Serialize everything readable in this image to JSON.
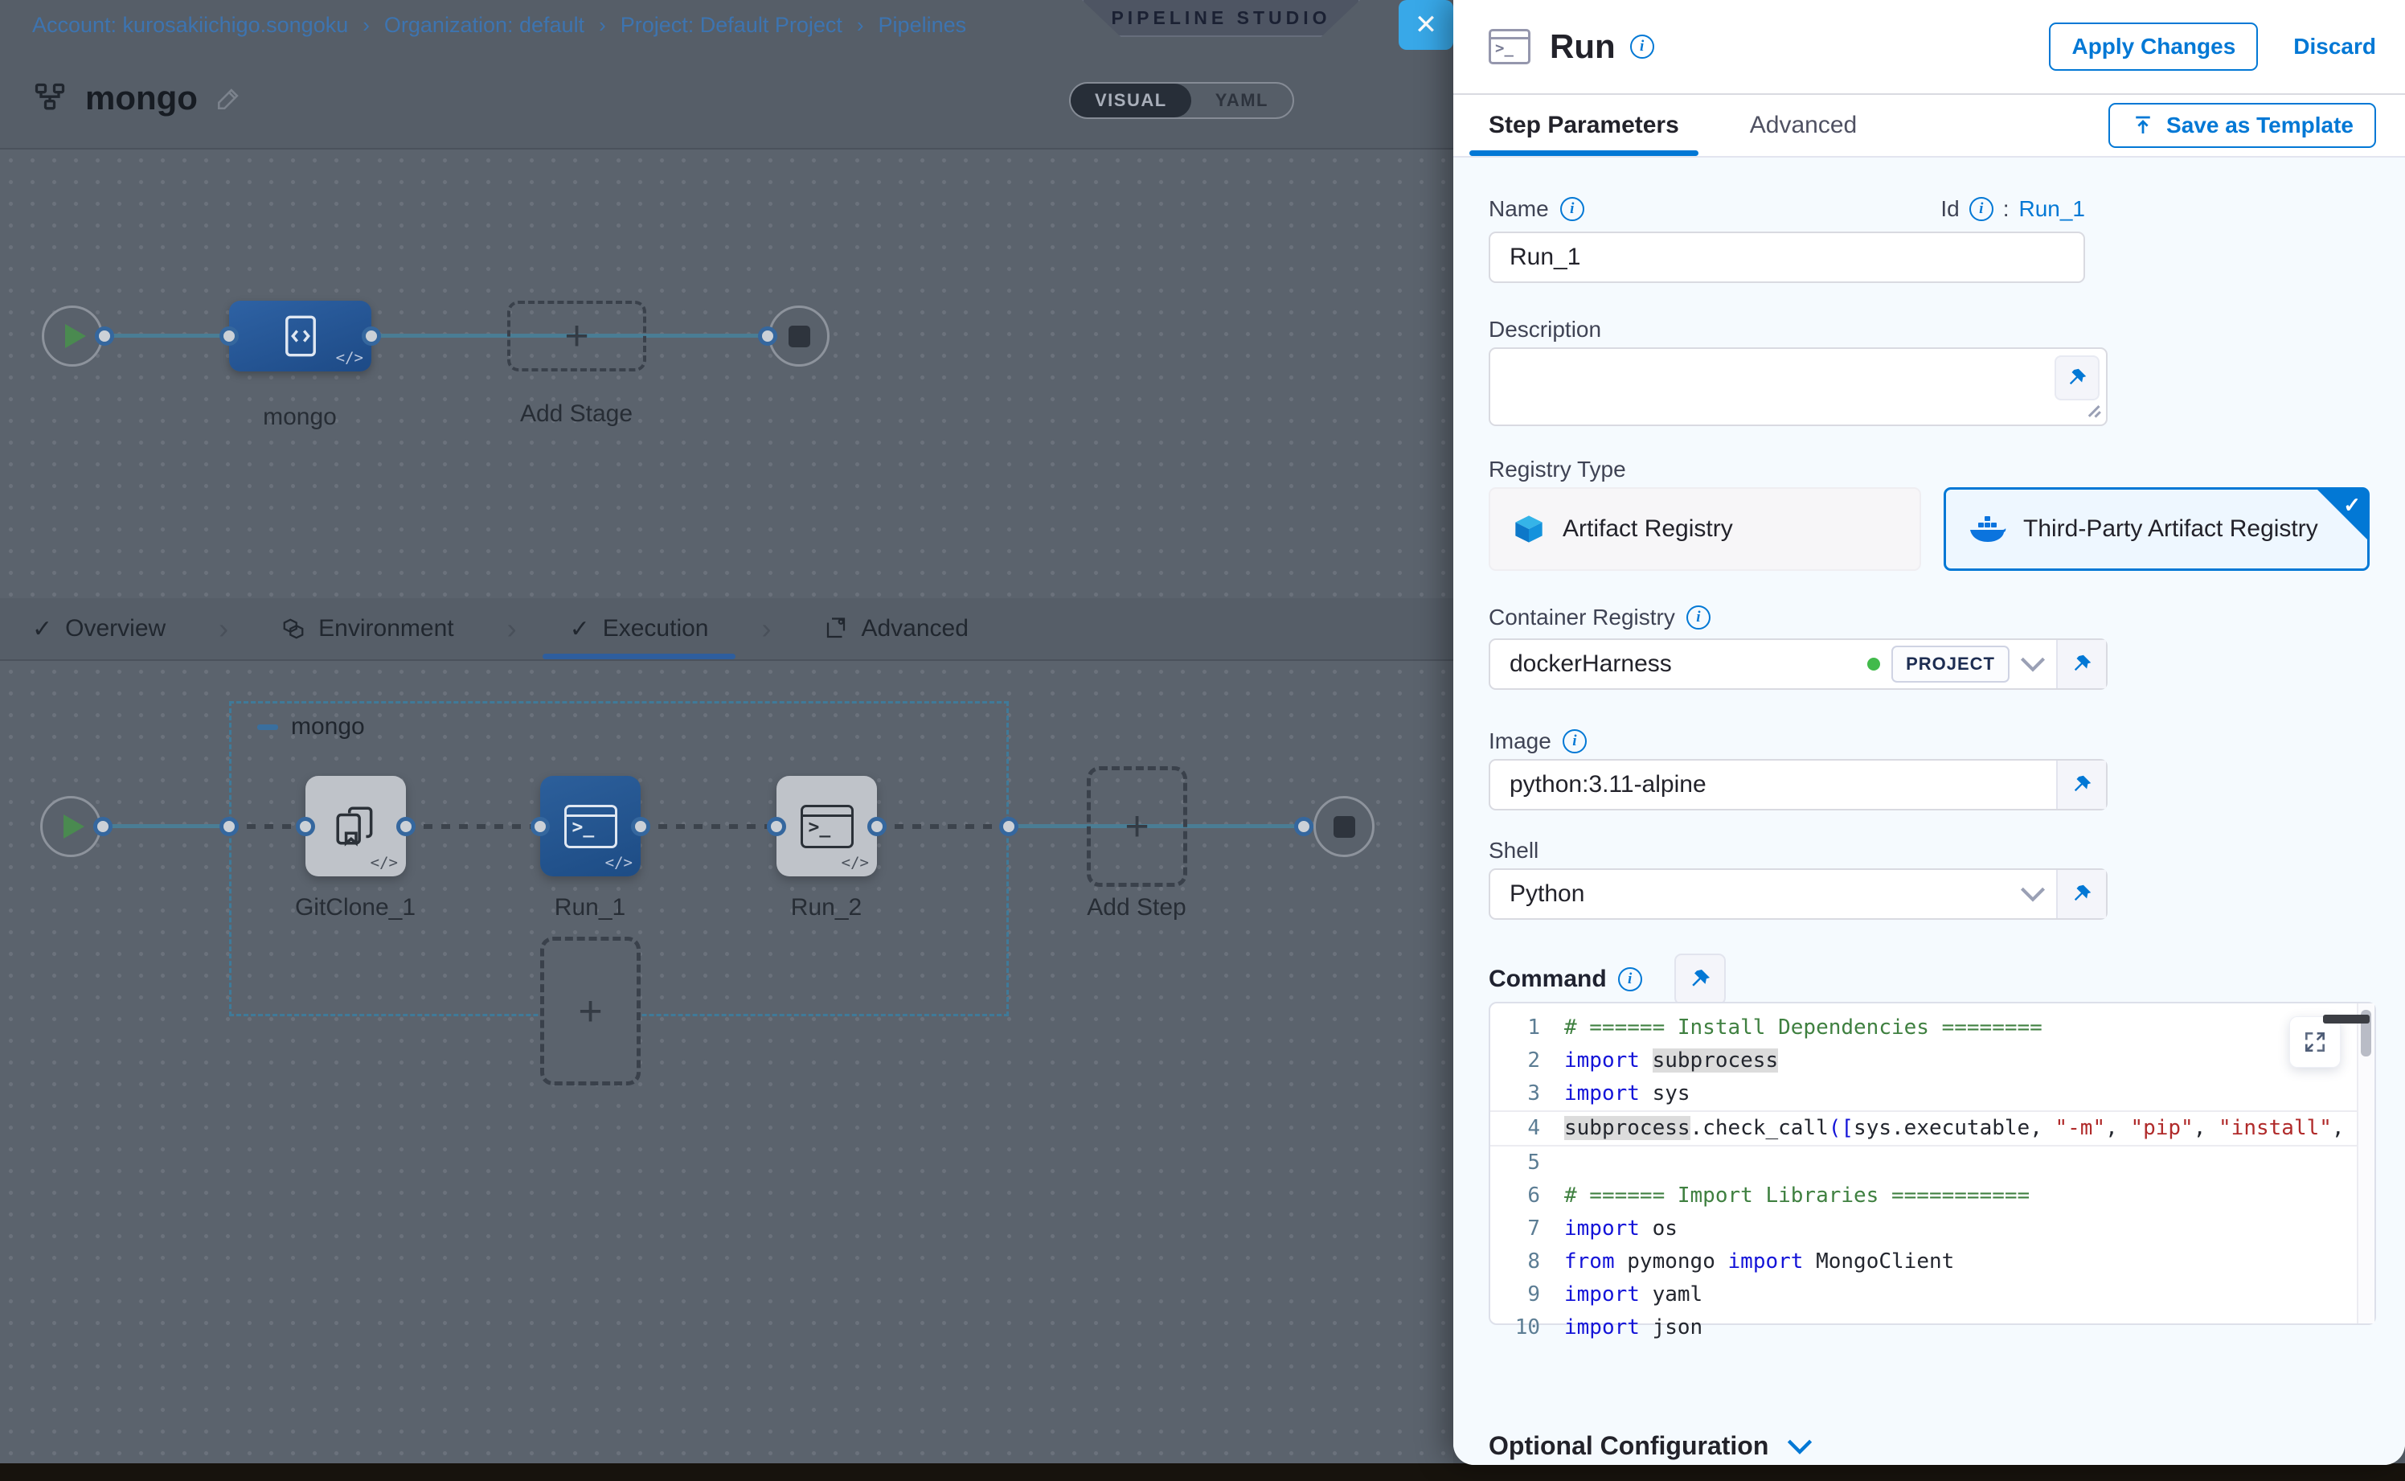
{
  "breadcrumb": {
    "separator": "›",
    "items": [
      "Account: kurosakiichigo.songoku",
      "Organization: default",
      "Project: Default Project",
      "Pipelines"
    ]
  },
  "studio_badge": "PIPELINE STUDIO",
  "header": {
    "pipeline_name": "mongo",
    "visual_label": "VISUAL",
    "yaml_label": "YAML"
  },
  "stage_graph": {
    "stage_label": "mongo",
    "add_stage_label": "Add Stage"
  },
  "pipeline_tabs": {
    "overview": "Overview",
    "environment": "Environment",
    "execution": "Execution",
    "advanced": "Advanced"
  },
  "execution_graph": {
    "group_label": "mongo",
    "steps": [
      "GitClone_1",
      "Run_1",
      "Run_2"
    ],
    "add_step_label": "Add Step"
  },
  "panel": {
    "title": "Run",
    "apply_button": "Apply Changes",
    "discard_button": "Discard",
    "tab_step_parameters": "Step Parameters",
    "tab_advanced": "Advanced",
    "save_template_button": "Save as Template",
    "name": {
      "label": "Name",
      "value": "Run_1"
    },
    "id": {
      "label": "Id",
      "separator": ":",
      "value": "Run_1"
    },
    "description": {
      "label": "Description",
      "value": ""
    },
    "registry_type": {
      "label": "Registry Type",
      "options": [
        "Artifact Registry",
        "Third-Party Artifact Registry"
      ],
      "selected": "Third-Party Artifact Registry"
    },
    "container_registry": {
      "label": "Container Registry",
      "value": "dockerHarness",
      "scope": "PROJECT"
    },
    "image": {
      "label": "Image",
      "value": "python:3.11-alpine"
    },
    "shell": {
      "label": "Shell",
      "value": "Python"
    },
    "command": {
      "label": "Command"
    },
    "optional_configuration": "Optional Configuration",
    "colors": {
      "primary": "#0278d5",
      "selected_card_bg": "#eef7ff"
    }
  },
  "code": {
    "lines": [
      {
        "n": "1",
        "tokens": [
          [
            "# ====== Install Dependencies ========",
            "com"
          ]
        ]
      },
      {
        "n": "2",
        "tokens": [
          [
            "import",
            "kw"
          ],
          [
            " ",
            "df"
          ],
          [
            "subprocess",
            "hl"
          ]
        ]
      },
      {
        "n": "3",
        "tokens": [
          [
            "import",
            "kw"
          ],
          [
            " sys",
            "df"
          ]
        ]
      },
      {
        "n": "4",
        "active": true,
        "tokens": [
          [
            "subprocess",
            "hl"
          ],
          [
            ".check_call",
            "df"
          ],
          [
            "([",
            "pu"
          ],
          [
            "sys.executable, ",
            "df"
          ],
          [
            "\"-m\"",
            "str"
          ],
          [
            ", ",
            "df"
          ],
          [
            "\"pip\"",
            "str"
          ],
          [
            ", ",
            "df"
          ],
          [
            "\"install\"",
            "str"
          ],
          [
            ",",
            "df"
          ]
        ]
      },
      {
        "n": "5",
        "tokens": []
      },
      {
        "n": "6",
        "tokens": [
          [
            "# ====== Import Libraries ===========",
            "com"
          ]
        ]
      },
      {
        "n": "7",
        "tokens": [
          [
            "import",
            "kw"
          ],
          [
            " os",
            "df"
          ]
        ]
      },
      {
        "n": "8",
        "tokens": [
          [
            "from",
            "kw"
          ],
          [
            " pymongo ",
            "df"
          ],
          [
            "import",
            "kw"
          ],
          [
            " MongoClient",
            "df"
          ]
        ]
      },
      {
        "n": "9",
        "tokens": [
          [
            "import",
            "kw"
          ],
          [
            " yaml",
            "df"
          ]
        ]
      },
      {
        "n": "10",
        "tokens": [
          [
            "import",
            "kw"
          ],
          [
            " json",
            "df"
          ]
        ]
      }
    ]
  }
}
